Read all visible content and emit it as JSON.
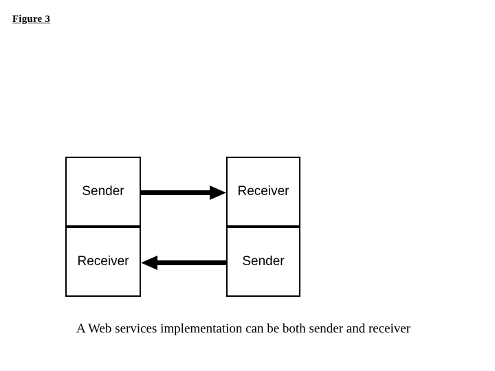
{
  "figure": {
    "label": "Figure 3"
  },
  "diagram": {
    "boxes": [
      {
        "name": "left-top",
        "label": "Sender"
      },
      {
        "name": "right-top",
        "label": "Receiver"
      },
      {
        "name": "left-bottom",
        "label": "Receiver"
      },
      {
        "name": "right-bottom",
        "label": "Sender"
      }
    ],
    "arrows": [
      {
        "name": "arrow-sender-to-receiver",
        "direction": "right"
      },
      {
        "name": "arrow-sender-to-receiver-return",
        "direction": "left"
      }
    ],
    "stroke_color": "#000000",
    "fill_color": "#ffffff"
  },
  "caption": {
    "text": "A Web services implementation can be both sender and receiver"
  }
}
